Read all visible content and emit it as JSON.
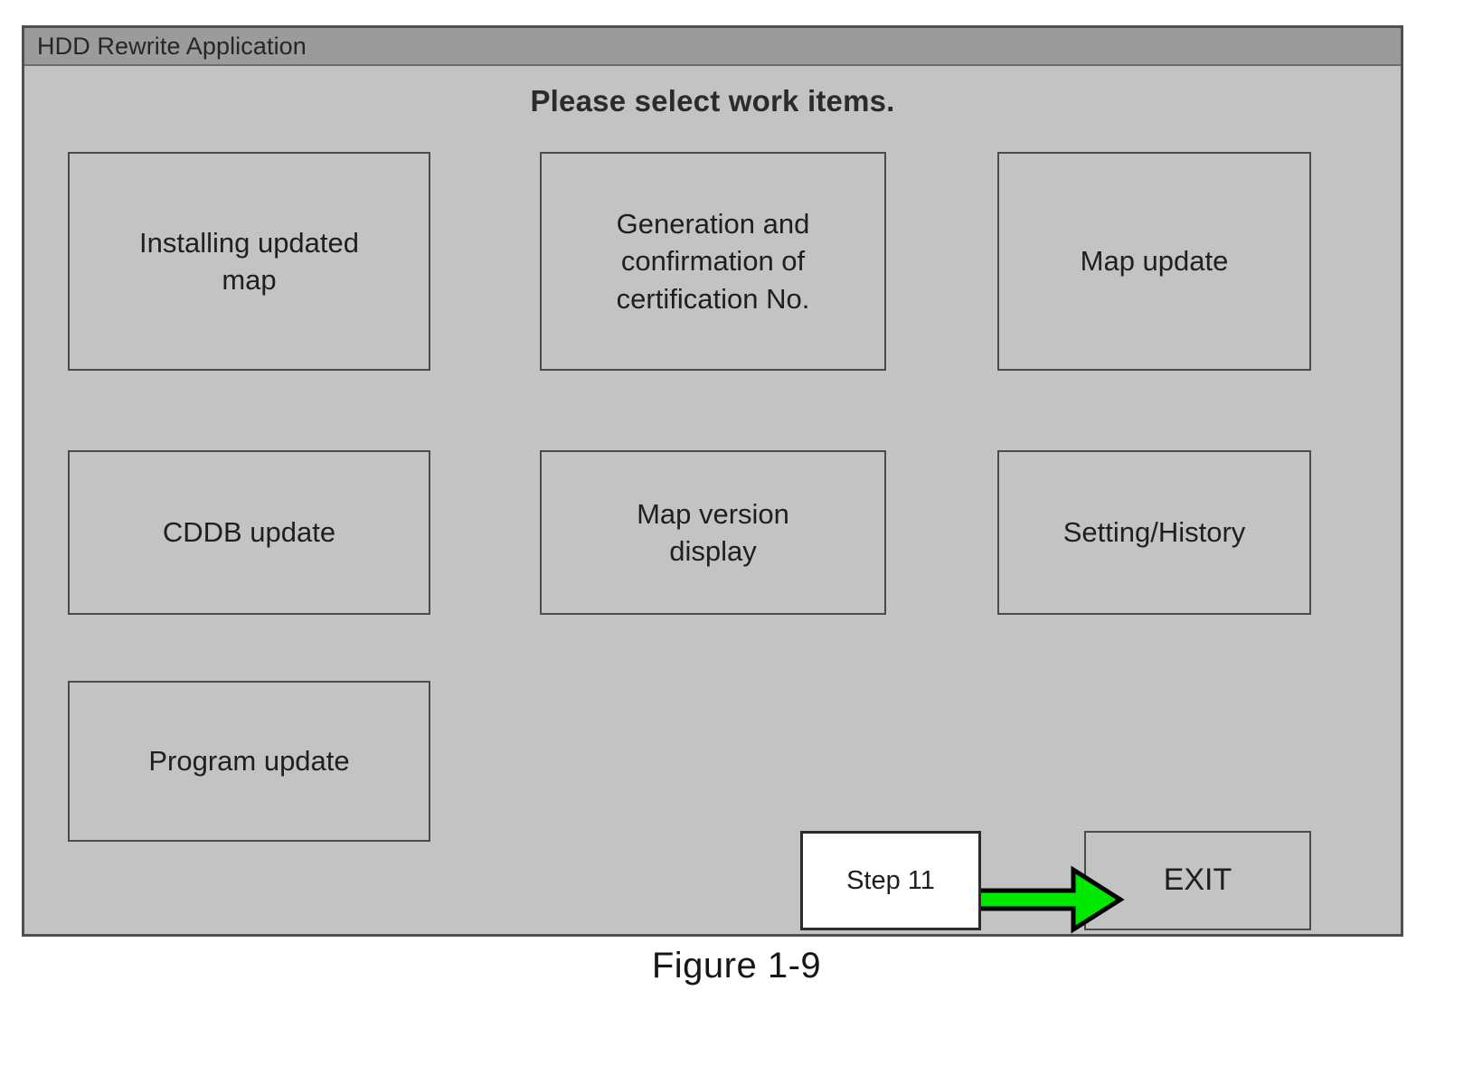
{
  "window": {
    "title": "HDD Rewrite Application",
    "heading": "Please select work items.",
    "background_color": "#c3c3c3",
    "titlebar_color": "#9b9b9b",
    "border_color": "#4f4f4f"
  },
  "work_items": [
    {
      "id": "installing-updated-map",
      "label": "Installing updated\nmap"
    },
    {
      "id": "generation-certification",
      "label": "Generation and\nconfirmation of\ncertification No."
    },
    {
      "id": "map-update",
      "label": "Map update"
    },
    {
      "id": "cddb-update",
      "label": "CDDB update"
    },
    {
      "id": "map-version-display",
      "label": "Map version\ndisplay"
    },
    {
      "id": "setting-history",
      "label": "Setting/History"
    },
    {
      "id": "program-update",
      "label": "Program update"
    }
  ],
  "exit_button": {
    "label": "EXIT"
  },
  "annotation": {
    "step_label": "Step 11",
    "arrow_color": "#00e800",
    "arrow_outline_color": "#000000",
    "arrow_direction": "right",
    "points_to": "EXIT"
  },
  "caption": {
    "text": "Figure 1-9"
  }
}
